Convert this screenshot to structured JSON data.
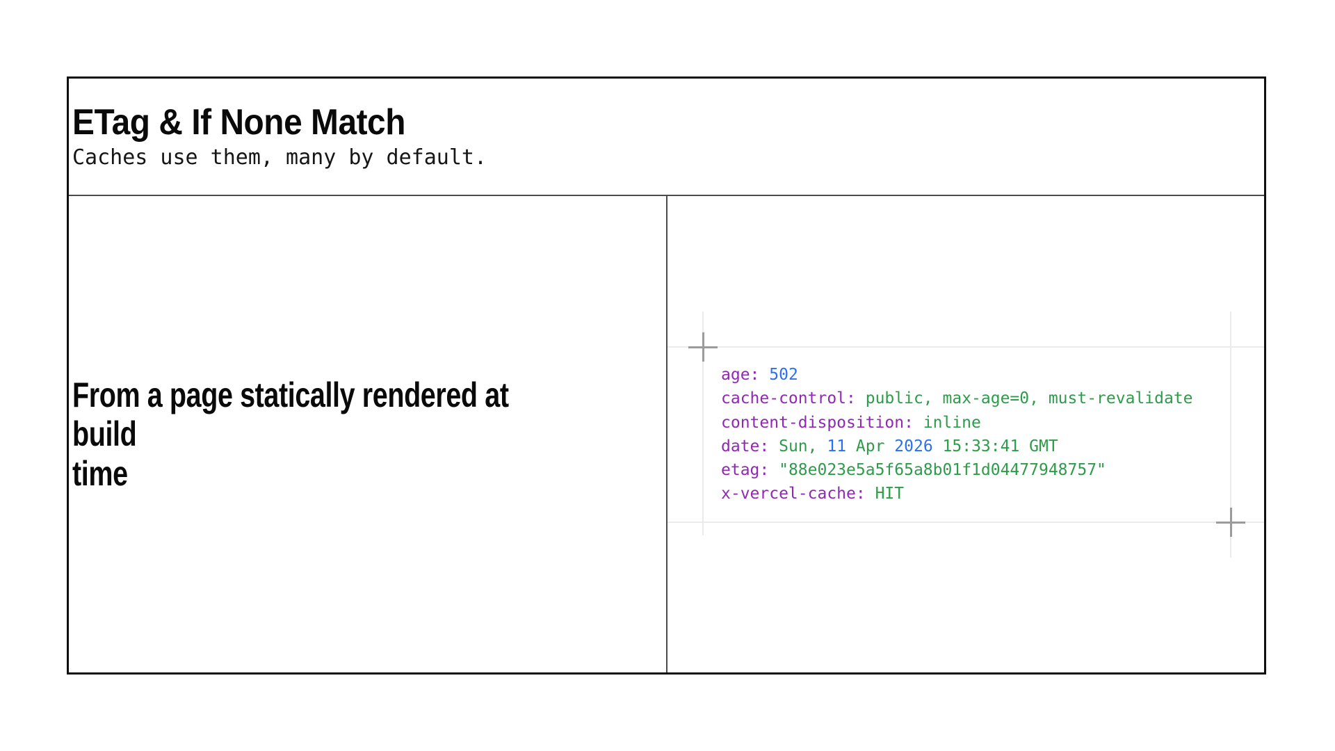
{
  "slide": {
    "title": "ETag & If None Match",
    "subtitle": "Caches use them, many by default.",
    "left_panel": {
      "heading_lines": [
        "From a page statically rendered at build",
        "time"
      ]
    },
    "right_panel": {
      "response_headers": {
        "token_colors": {
          "key": "#9128b4",
          "str": "#2e9b4a",
          "num": "#2a70ee"
        },
        "lines": [
          {
            "tokens": [
              [
                "age: ",
                "key"
              ],
              [
                "502",
                "num"
              ]
            ]
          },
          {
            "tokens": [
              [
                "cache-control: ",
                "key"
              ],
              [
                "public, max-age=0, must-revalidate",
                "str"
              ]
            ]
          },
          {
            "tokens": [
              [
                "content-disposition: ",
                "key"
              ],
              [
                "inline",
                "str"
              ]
            ]
          },
          {
            "tokens": [
              [
                "date: ",
                "key"
              ],
              [
                "Sun, ",
                "str"
              ],
              [
                "11",
                "num"
              ],
              [
                " Apr ",
                "str"
              ],
              [
                "2026",
                "num"
              ],
              [
                " 15:33:41 GMT",
                "str"
              ]
            ]
          },
          {
            "tokens": [
              [
                "etag: ",
                "key"
              ],
              [
                "\"88e023e5a5f65a8b01f1d04477948757\"",
                "str"
              ]
            ]
          },
          {
            "tokens": [
              [
                "x-vercel-cache: ",
                "key"
              ],
              [
                "HIT",
                "str"
              ]
            ]
          }
        ]
      }
    }
  }
}
